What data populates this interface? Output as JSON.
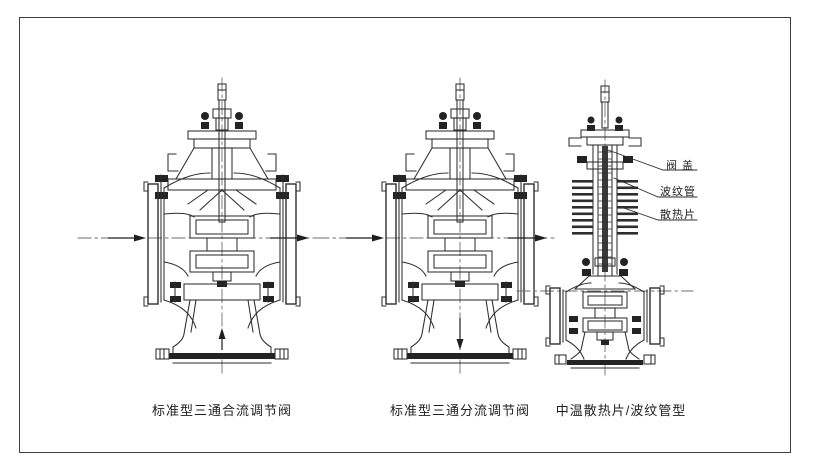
{
  "frame": {
    "background": "#ffffff",
    "border_color": "#3f3f3f"
  },
  "ink": {
    "line_color": "#2e2e2e",
    "centerline_color": "#6e6e6e",
    "text_color": "#1f1f1f"
  },
  "figures": [
    {
      "id": "converging-valve",
      "caption": "标准型三通合流调节阀",
      "flow_arrows": {
        "left": "right",
        "right": "right",
        "bottom": "up"
      }
    },
    {
      "id": "diverging-valve",
      "caption": "标准型三通分流调节阀",
      "flow_arrows": {
        "left": "right",
        "right": "right",
        "bottom": "down"
      }
    },
    {
      "id": "radiator-bellows-valve",
      "caption": "中温散热片/波纹管型",
      "callouts": [
        {
          "label": "阀 盖"
        },
        {
          "label": "波纹管"
        },
        {
          "label": "散热片"
        }
      ]
    }
  ]
}
